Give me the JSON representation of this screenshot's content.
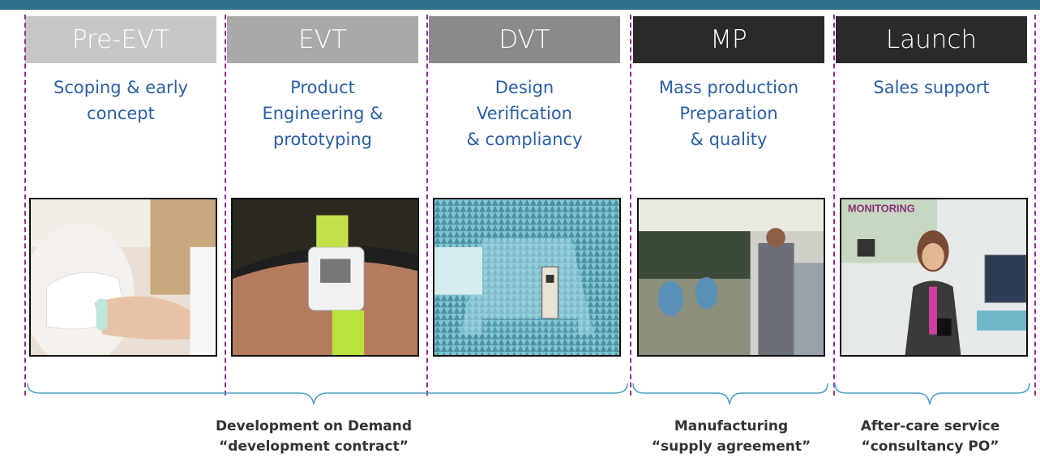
{
  "phases": [
    {
      "title": "Pre-EVT",
      "color": "#c7c7c7",
      "description": [
        "Scoping & early",
        "concept"
      ],
      "photo": "person-sketching-image"
    },
    {
      "title": "EVT",
      "color": "#a9a9a9",
      "description": [
        "Product",
        "Engineering &",
        "prototyping"
      ],
      "photo": "wrist-device-prototype-image"
    },
    {
      "title": "DVT",
      "color": "#8a8a8a",
      "description": [
        "Design",
        "Verification",
        "& compliancy"
      ],
      "photo": "anechoic-test-chamber-image"
    },
    {
      "title": "MP",
      "color": "#2a2a2a",
      "description": [
        "Mass production",
        "Preparation",
        "& quality"
      ],
      "photo": "factory-line-image"
    },
    {
      "title": "Launch",
      "color": "#2a2a2a",
      "description": [
        "Sales support"
      ],
      "photo": "trade-show-presenter-image"
    }
  ],
  "photo_texts": {
    "launch_banner": "MONITORING"
  },
  "agreements": [
    {
      "name": "Development on Demand",
      "contract": "“development contract”"
    },
    {
      "name": "Manufacturing",
      "contract": "“supply agreement”"
    },
    {
      "name": "After-care service",
      "contract": "“consultancy PO”"
    }
  ],
  "colors": {
    "top_bar": "#2e6f8e",
    "description_text": "#2a5ea6",
    "divider": "#9b2d8f",
    "brace": "#4a9fc2"
  }
}
